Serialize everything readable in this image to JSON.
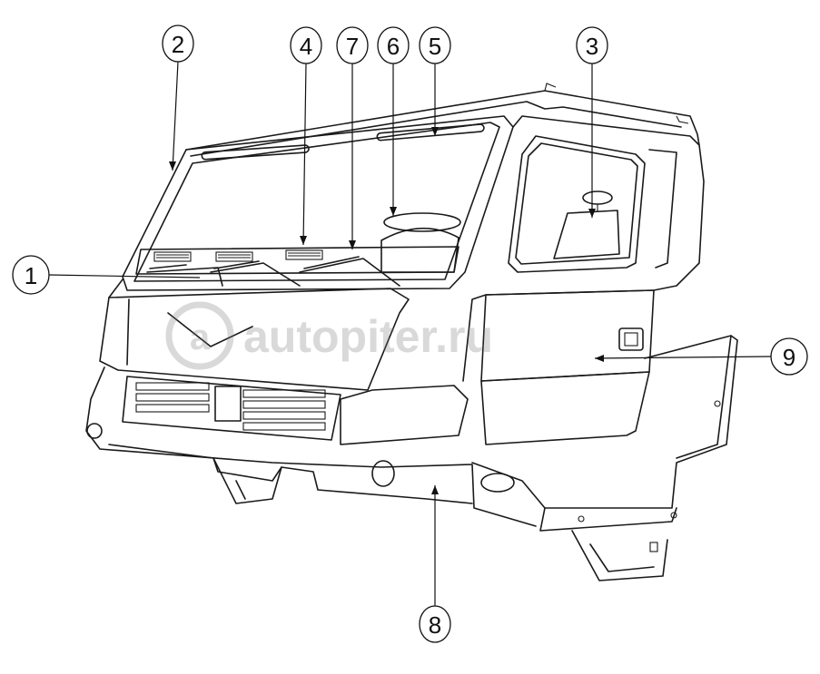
{
  "diagram": {
    "callouts": [
      {
        "label": "1"
      },
      {
        "label": "2"
      },
      {
        "label": "3"
      },
      {
        "label": "4"
      },
      {
        "label": "5"
      },
      {
        "label": "6"
      },
      {
        "label": "7"
      },
      {
        "label": "8"
      },
      {
        "label": "9"
      }
    ],
    "watermark": {
      "mark": "a",
      "text": "autopiter.ru"
    }
  }
}
